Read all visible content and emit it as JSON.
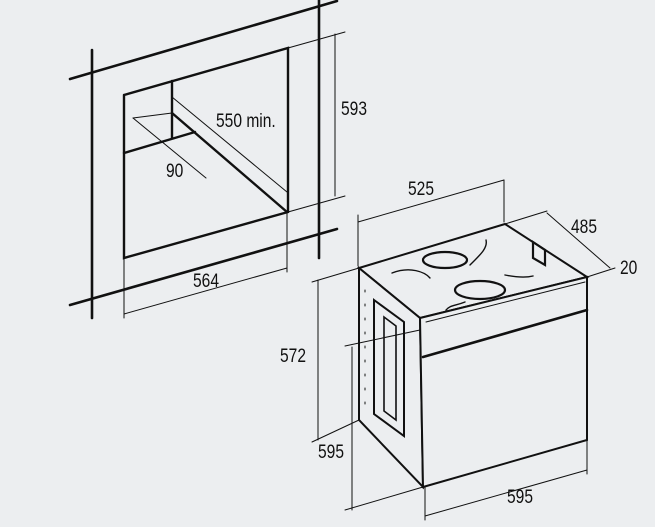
{
  "niche": {
    "depth_min": "550 min.",
    "ventilation_gap": "90",
    "height": "593",
    "width": "564"
  },
  "oven": {
    "top_width": "525",
    "depth": "485",
    "front_panel": "20",
    "body_height": "572",
    "total_height": "595",
    "total_width": "595"
  }
}
